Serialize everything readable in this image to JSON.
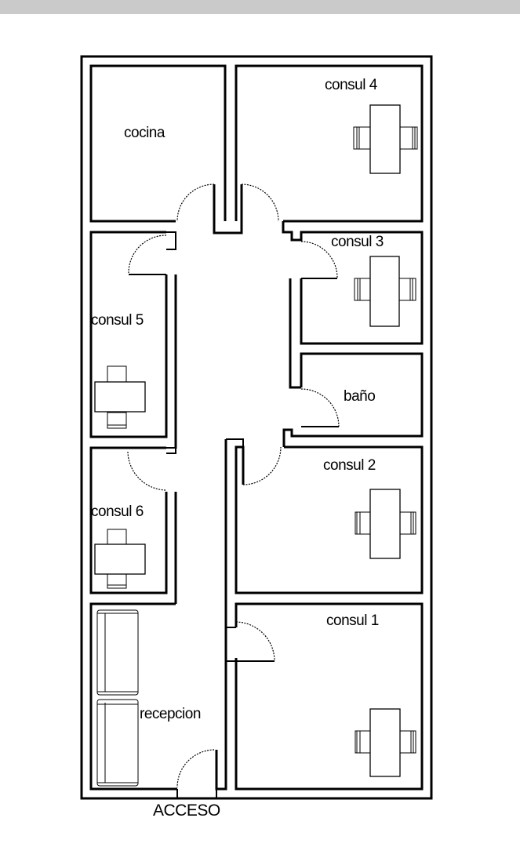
{
  "plan": {
    "rooms": {
      "cocina": "cocina",
      "consul_4": "consul 4",
      "consul_3": "consul 3",
      "consul_5": "consul 5",
      "bano": "baño",
      "consul_2": "consul 2",
      "consul_6": "consul 6",
      "consul_1": "consul 1",
      "recepcion": "recepcion"
    },
    "access_label": "ACCESO"
  },
  "colors": {
    "top_bar": "#cacaca",
    "background": "#ffffff",
    "lines": "#000000"
  }
}
